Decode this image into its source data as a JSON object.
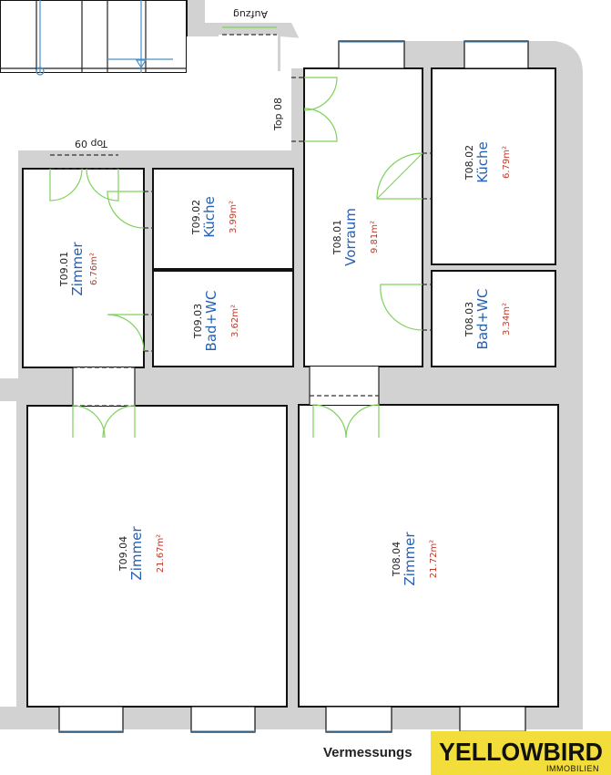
{
  "labels": {
    "aufzug": "Aufzug",
    "top08": "Top 08",
    "top09": "Top 09"
  },
  "rooms": {
    "t0901": {
      "code": "T09.01",
      "name": "Zimmer",
      "area": "6.76m²"
    },
    "t0902": {
      "code": "T09.02",
      "name": "Küche",
      "area": "3.99m²"
    },
    "t0903": {
      "code": "T09.03",
      "name": "Bad+WC",
      "area": "3.62m²"
    },
    "t0904": {
      "code": "T09.04",
      "name": "Zimmer",
      "area": "21.67m²"
    },
    "t0801": {
      "code": "T08.01",
      "name": "Vorraum",
      "area": "9.81m²"
    },
    "t0802": {
      "code": "T08.02",
      "name": "Küche",
      "area": "6.79m²"
    },
    "t0803": {
      "code": "T08.03",
      "name": "Bad+WC",
      "area": "3.34m²"
    },
    "t0804": {
      "code": "T08.04",
      "name": "Zimmer",
      "area": "21.72m²"
    }
  },
  "footer": {
    "caption": "Vermessungs"
  },
  "logo": {
    "brand": "YELLOWBIRD",
    "sub": "IMMOBILIEN",
    "color": "#f3dd3a"
  },
  "colors": {
    "wall": "#d2d2d2",
    "door": "#7dd25a",
    "window": "#4a90c8",
    "room_name": "#2860b0",
    "area": "#c0392b"
  }
}
